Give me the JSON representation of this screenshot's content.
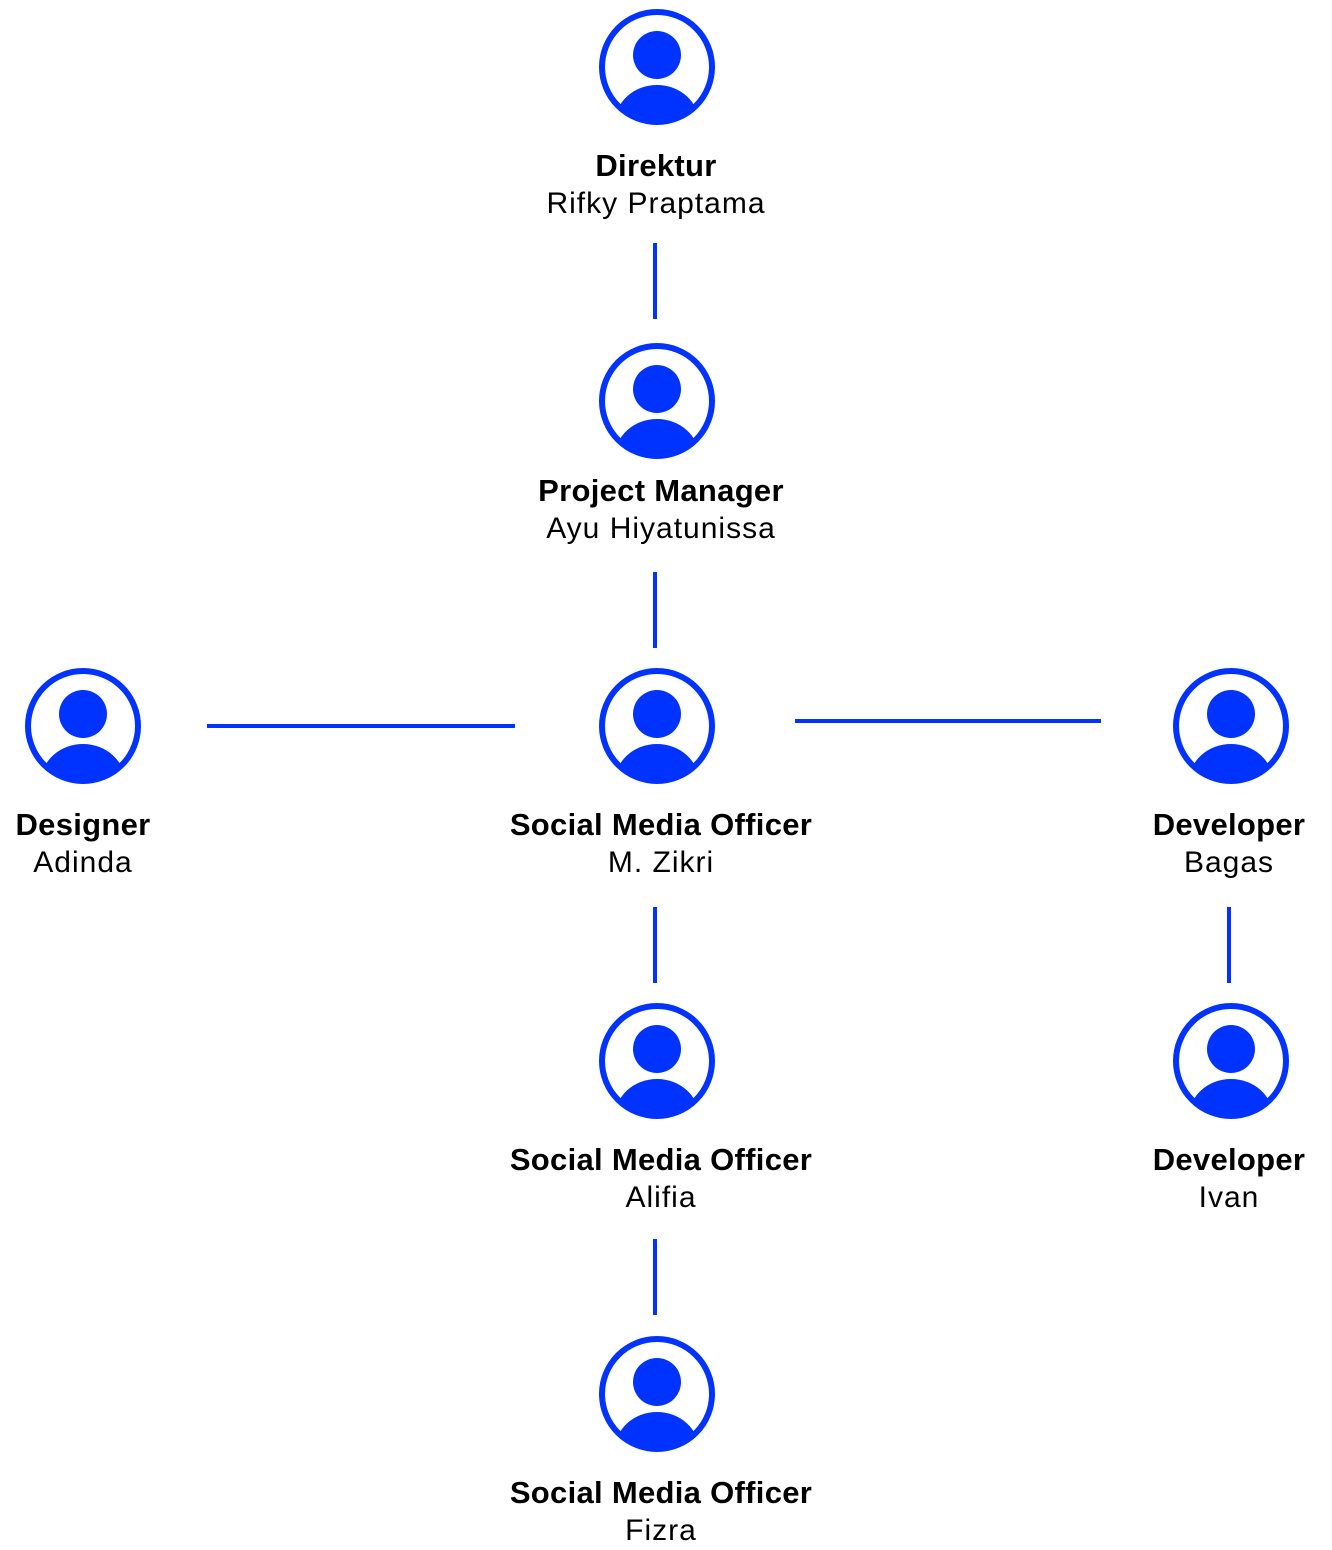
{
  "colors": {
    "accent": "#0033ff",
    "text": "#000000",
    "background": "#ffffff"
  },
  "icon": "user-avatar-icon",
  "nodes": {
    "direktur": {
      "role": "Direktur",
      "name": "Rifky Praptama"
    },
    "project_manager": {
      "role": "Project Manager",
      "name": "Ayu Hiyatunissa"
    },
    "designer": {
      "role": "Designer",
      "name": "Adinda"
    },
    "smo_zikri": {
      "role": "Social Media Officer",
      "name": "M. Zikri"
    },
    "developer_bagas": {
      "role": "Developer",
      "name": "Bagas"
    },
    "smo_alifia": {
      "role": "Social Media Officer",
      "name": "Alifia"
    },
    "developer_ivan": {
      "role": "Developer",
      "name": "Ivan"
    },
    "smo_fizra": {
      "role": "Social Media Officer",
      "name": "Fizra"
    }
  }
}
